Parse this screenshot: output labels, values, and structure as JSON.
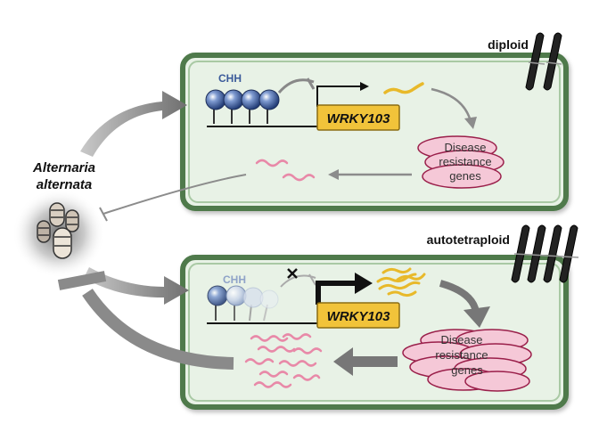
{
  "pathogen": {
    "line1": "Alternaria",
    "line2": "alternata"
  },
  "panels": {
    "top": {
      "ploidy_label": "diploid",
      "methylation_label": "CHH",
      "gene_label": "WRKY103",
      "resistance_genes": [
        "Disease",
        "resistance",
        "genes"
      ]
    },
    "bottom": {
      "ploidy_label": "autotetraploid",
      "methylation_label": "CHH",
      "gene_label": "WRKY103",
      "resistance_genes": [
        "Disease",
        "resistance",
        "genes"
      ]
    }
  },
  "colors": {
    "cell_fill": "#e8f2e6",
    "cell_border": "#4f7a4c",
    "gene_box": "#f1c33a",
    "gene_box_border": "#8a6d14",
    "methyl_blue": "#3a5a9a",
    "ellipse_fill": "#f5c8d7",
    "ellipse_stroke": "#9a1f4a",
    "mrna_yellow": "#e8b92a",
    "squiggle_pink": "#e889a8",
    "arrow_gray": "#8c8c8c"
  }
}
